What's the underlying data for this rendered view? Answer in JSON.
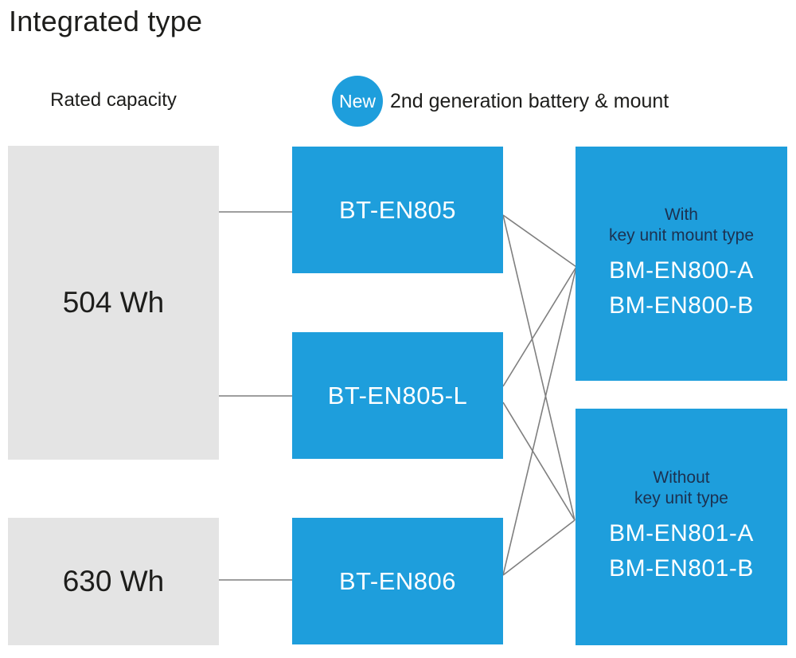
{
  "title": "Integrated type",
  "colors": {
    "blue": "#1E9EDC",
    "gray_box": "#E4E4E4",
    "line": "#7F7F7F",
    "text_dark": "#1D1D1B",
    "navy": "#1C3150",
    "white": "#FFFFFF"
  },
  "header": {
    "left_column_label": "Rated capacity",
    "badge_label": "New",
    "right_column_label": "2nd generation battery & mount"
  },
  "capacities": [
    {
      "label": "504 Wh"
    },
    {
      "label": "630 Wh"
    }
  ],
  "batteries": [
    {
      "label": "BT-EN805"
    },
    {
      "label": "BT-EN805-L"
    },
    {
      "label": "BT-EN806"
    }
  ],
  "mounts": [
    {
      "type_line1": "With",
      "type_line2": "key unit mount type",
      "models": [
        "BM-EN800-A",
        "BM-EN800-B"
      ]
    },
    {
      "type_line1": "Without",
      "type_line2": "key unit type",
      "models": [
        "BM-EN801-A",
        "BM-EN801-B"
      ]
    }
  ]
}
